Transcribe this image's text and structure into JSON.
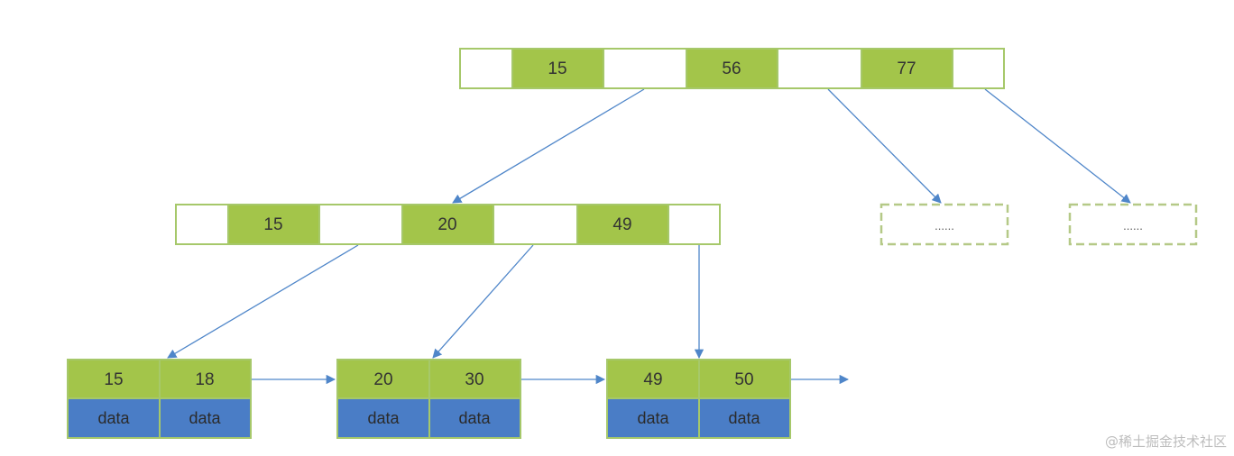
{
  "colors": {
    "key_fill": "#a3c54a",
    "data_fill": "#4a7dc6",
    "node_border": "#a6c86a",
    "edge": "#4f86c9",
    "text": "#333333",
    "dashed_border": "#b5c987"
  },
  "root_node": {
    "keys": [
      "15",
      "56",
      "77"
    ]
  },
  "internal_node": {
    "keys": [
      "15",
      "20",
      "49"
    ]
  },
  "placeholder_nodes": [
    {
      "label": "......"
    },
    {
      "label": "......"
    }
  ],
  "leaf_nodes": [
    {
      "keys": [
        "15",
        "18"
      ],
      "values": [
        "data",
        "data"
      ]
    },
    {
      "keys": [
        "20",
        "30"
      ],
      "values": [
        "data",
        "data"
      ]
    },
    {
      "keys": [
        "49",
        "50"
      ],
      "values": [
        "data",
        "data"
      ]
    }
  ],
  "watermark": "@稀土掘金技术社区"
}
